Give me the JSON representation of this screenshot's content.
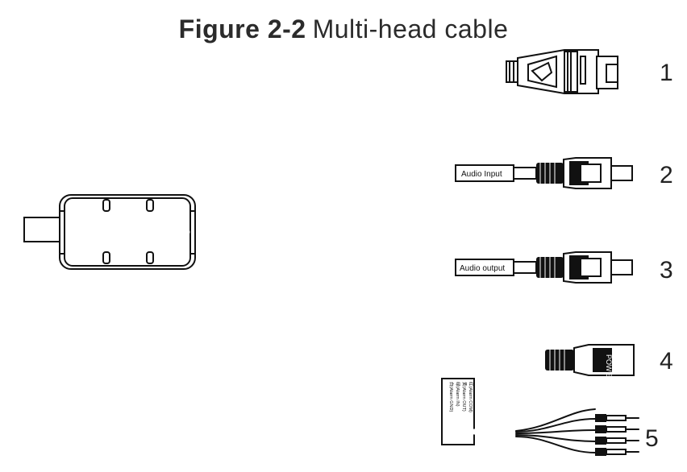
{
  "title": {
    "bold": "Figure 2-2",
    "rest": "Multi-head cable"
  },
  "labels": {
    "audio_input": "Audio Input",
    "audio_output": "Audio output",
    "power": "POWER"
  },
  "numbers": [
    "1",
    "2",
    "3",
    "4",
    "5"
  ],
  "alarm_tag_lines": [
    "白(Alarm GND)",
    "绿(Alarm IN)",
    "黄(Alarm OUT)",
    "红(Alarm COM)"
  ],
  "colors": {
    "line": "#111111",
    "background": "#ffffff"
  }
}
